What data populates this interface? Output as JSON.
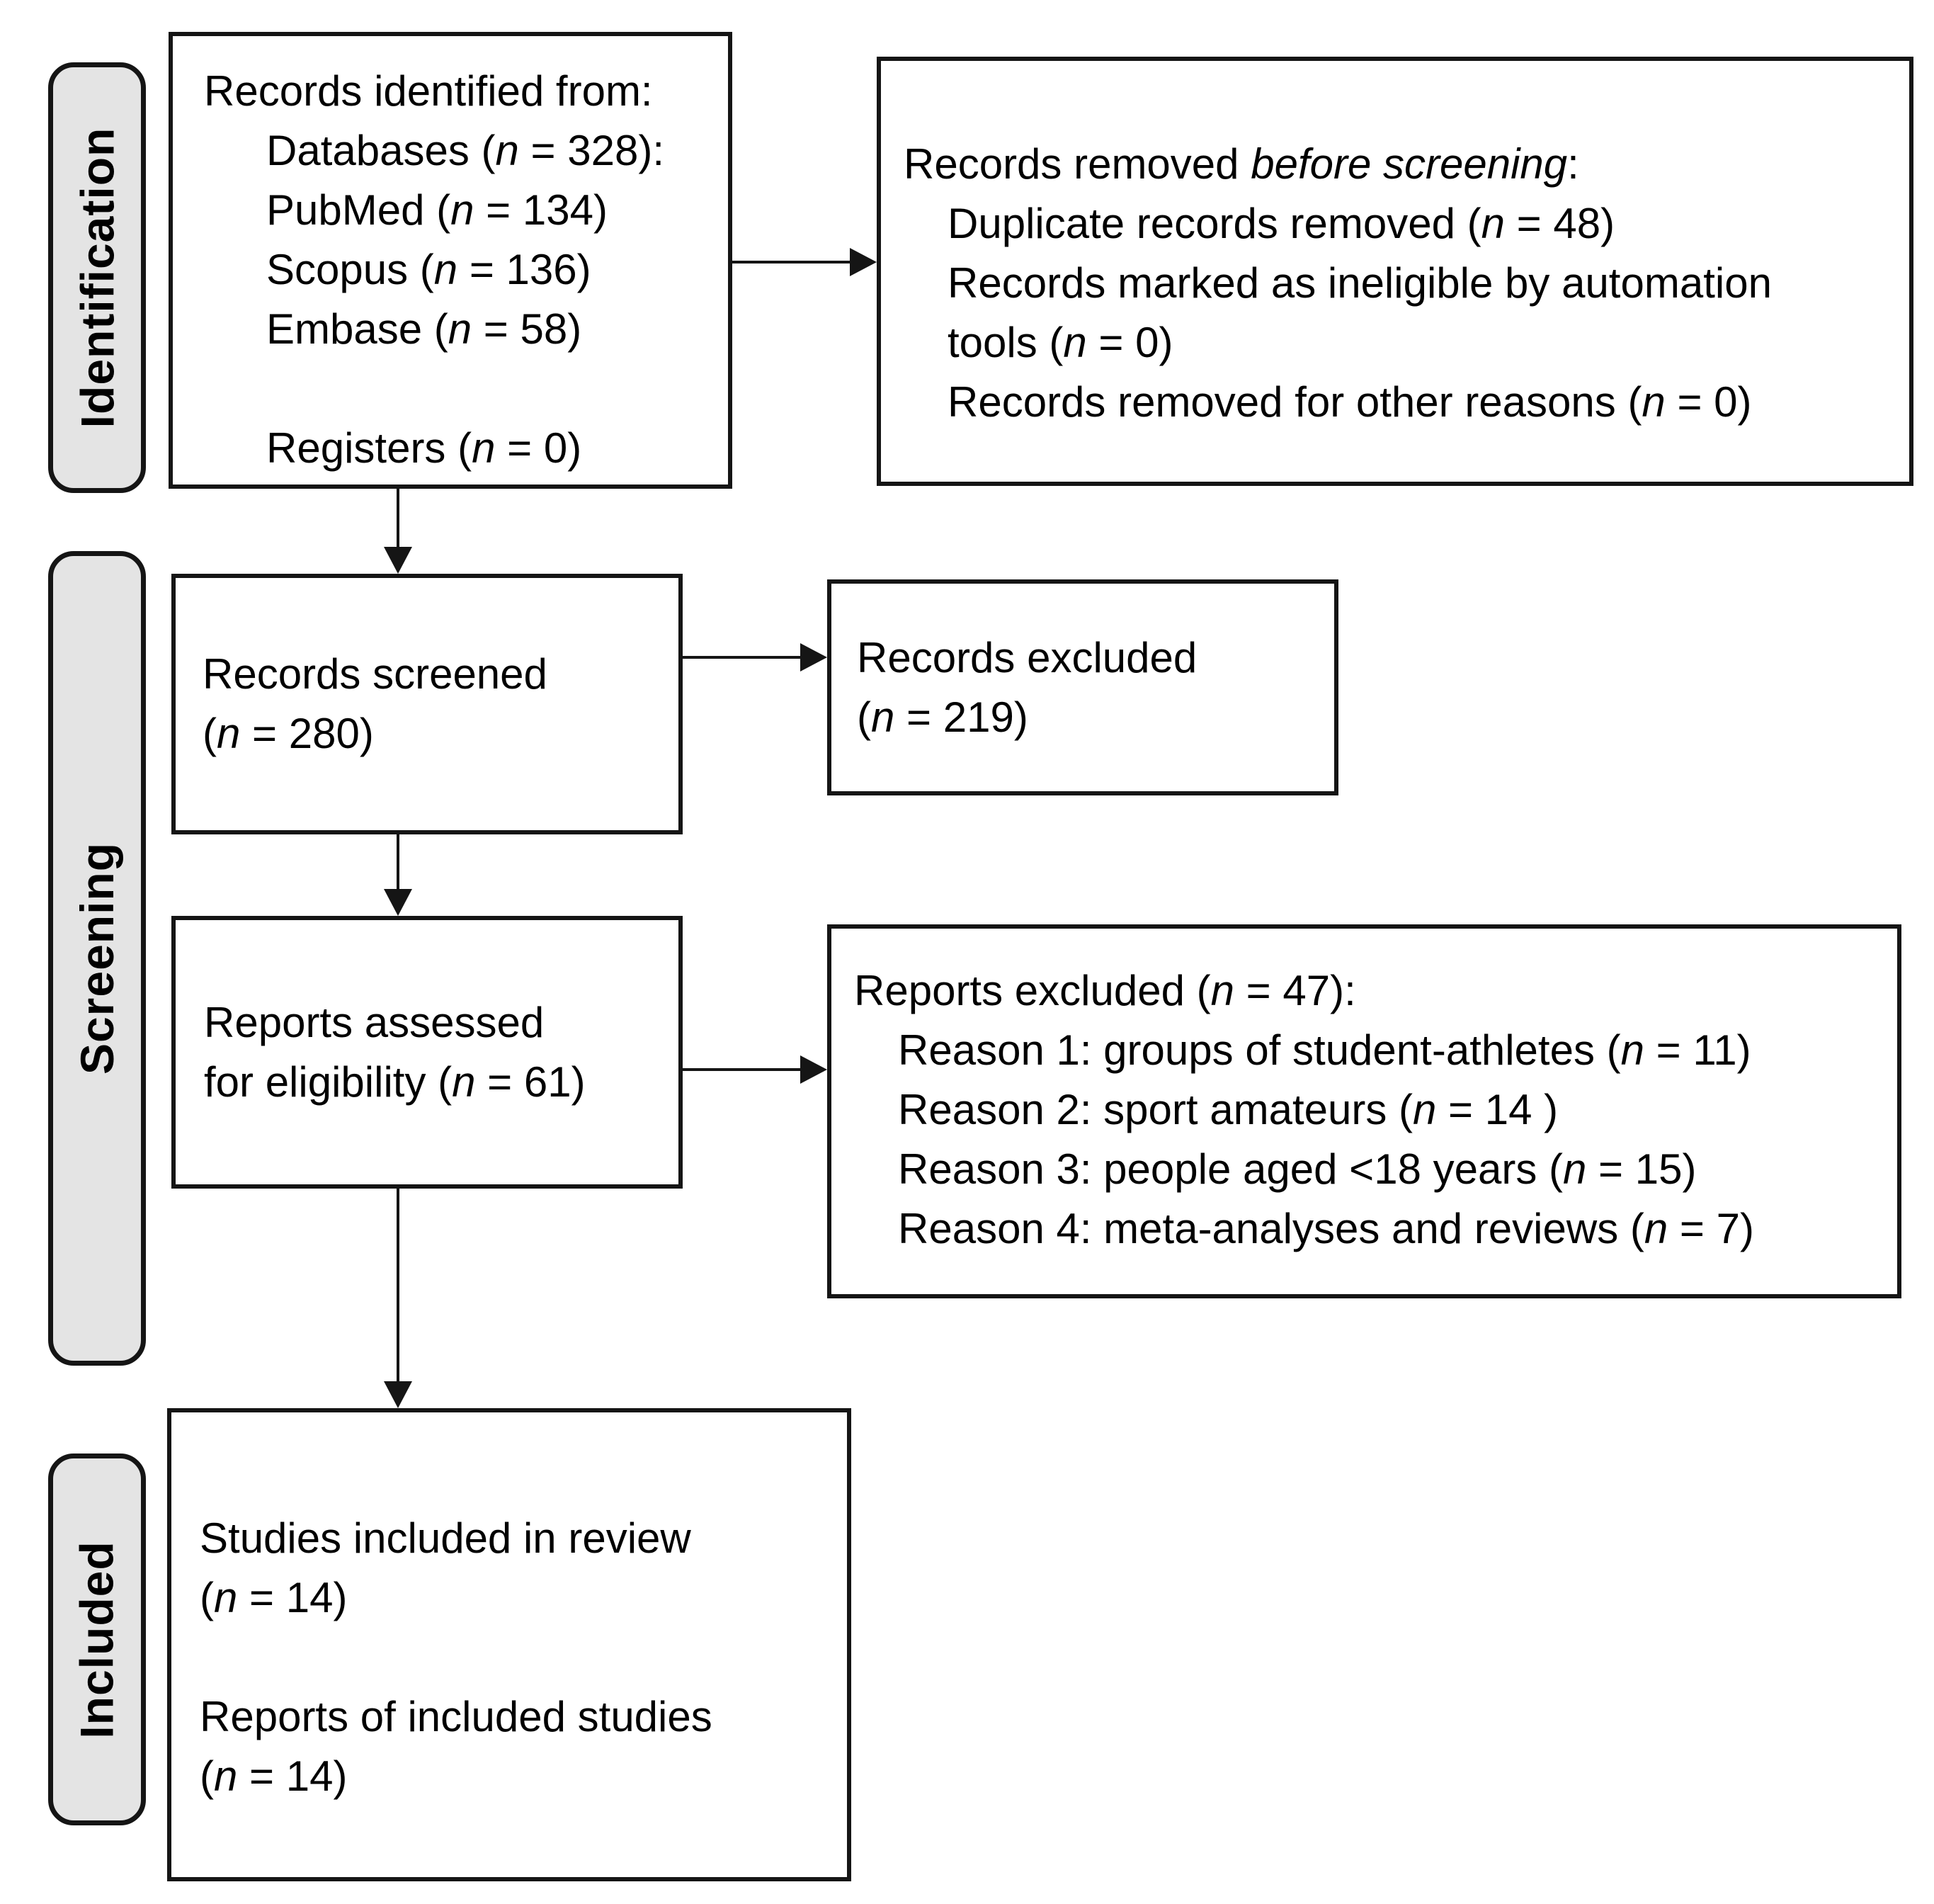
{
  "sidebar": {
    "stages": [
      {
        "label": "Identification"
      },
      {
        "label": "Screening"
      },
      {
        "label": "Included"
      }
    ]
  },
  "boxes": {
    "identified": {
      "lines": [
        "Records identified from:",
        "Databases (*n* = 328):",
        "PubMed (*n* = 134)",
        "Scopus (*n* = 136)",
        "Embase (*n* = 58)",
        "",
        "Registers (*n* = 0)"
      ]
    },
    "removed_before_screening": {
      "lines": [
        "Records removed *before screening*:",
        "Duplicate records removed  (*n* = 48)",
        "Records marked as ineligible by automation",
        "tools (*n* = 0)",
        "Records removed for other reasons (*n* = 0)"
      ]
    },
    "screened": {
      "lines": [
        "Records screened",
        "(*n* = 280)"
      ]
    },
    "records_excluded": {
      "lines": [
        "Records excluded",
        "(*n* = 219)"
      ]
    },
    "assessed": {
      "lines": [
        "Reports assessed",
        "for eligibility (*n* = 61)"
      ]
    },
    "reports_excluded": {
      "lines": [
        "Reports excluded (*n* = 47):",
        "Reason 1: groups of student-athletes (*n* = 11)",
        "Reason 2: sport amateurs (*n* = 14 )",
        "Reason 3: people aged <18 years (*n* = 15)",
        "Reason 4: meta-analyses and reviews (*n* = 7)"
      ]
    },
    "included_studies": {
      "lines": [
        "Studies included in review",
        "(*n* = 14)",
        "",
        "Reports of included studies",
        "(*n* = 14)"
      ]
    }
  },
  "colors": {
    "stage_fill": "#e4e4e4",
    "line": "#151515",
    "background": "#ffffff",
    "text": "#000000"
  }
}
